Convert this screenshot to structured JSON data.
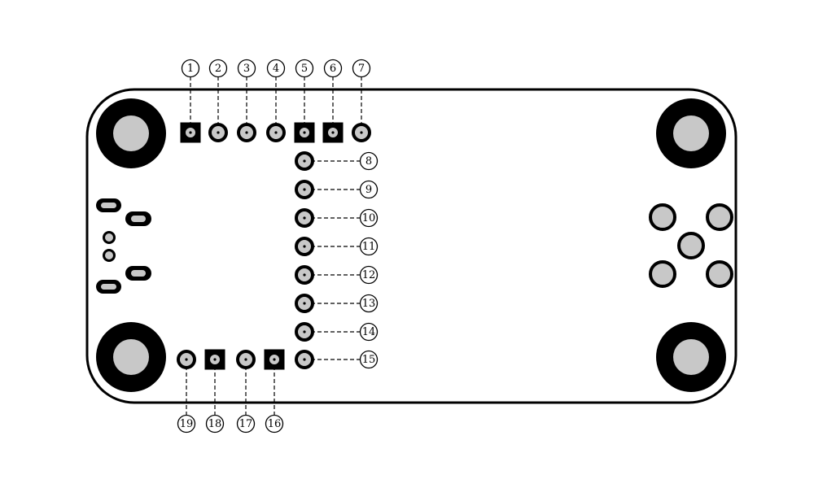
{
  "colors": {
    "ink": "#000000",
    "pad_fill": "#c8c8c8",
    "board_fill": "#ffffff"
  },
  "pins": [
    {
      "id": "1",
      "shape": "square"
    },
    {
      "id": "2",
      "shape": "round"
    },
    {
      "id": "3",
      "shape": "round"
    },
    {
      "id": "4",
      "shape": "round"
    },
    {
      "id": "5",
      "shape": "square"
    },
    {
      "id": "6",
      "shape": "square"
    },
    {
      "id": "7",
      "shape": "round"
    },
    {
      "id": "8",
      "shape": "round"
    },
    {
      "id": "9",
      "shape": "round"
    },
    {
      "id": "10",
      "shape": "round"
    },
    {
      "id": "11",
      "shape": "round"
    },
    {
      "id": "12",
      "shape": "round"
    },
    {
      "id": "13",
      "shape": "round"
    },
    {
      "id": "14",
      "shape": "round"
    },
    {
      "id": "15",
      "shape": "round"
    },
    {
      "id": "16",
      "shape": "square"
    },
    {
      "id": "17",
      "shape": "round"
    },
    {
      "id": "18",
      "shape": "square"
    },
    {
      "id": "19",
      "shape": "round"
    }
  ]
}
